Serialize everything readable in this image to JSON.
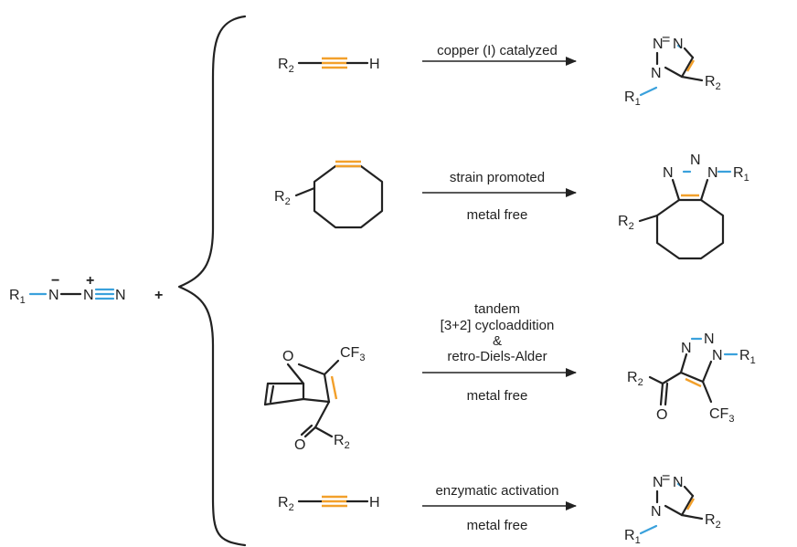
{
  "reactant": {
    "r1": "R",
    "r1_sub": "1",
    "n1": "N",
    "n1_charge": "−",
    "n2": "N",
    "n2_charge": "+",
    "n3": "N",
    "plus": "+"
  },
  "reactions": [
    {
      "condition_above": [
        "copper (I) catalyzed"
      ],
      "condition_below": "",
      "substrate": {
        "r": "R",
        "r_sub": "2",
        "h": "H"
      },
      "product": {
        "n1": "N",
        "n2": "N",
        "n3": "N",
        "r1": "R",
        "r1_sub": "1",
        "r2": "R",
        "r2_sub": "2"
      }
    },
    {
      "condition_above": [
        "strain promoted"
      ],
      "condition_below": "metal free",
      "substrate": {
        "r": "R",
        "r_sub": "2"
      },
      "product": {
        "n1": "N",
        "n2": "N",
        "n3": "N",
        "r1": "R",
        "r1_sub": "1",
        "r2": "R",
        "r2_sub": "2"
      }
    },
    {
      "condition_above": [
        "tandem",
        "[3+2] cycloaddition",
        "&",
        "retro-Diels-Alder"
      ],
      "condition_below": "metal free",
      "substrate": {
        "o_bridge": "O",
        "cf": "CF",
        "cf_sub": "3",
        "o": "O",
        "r": "R",
        "r_sub": "2"
      },
      "product": {
        "n1": "N",
        "n2": "N",
        "n3": "N",
        "r1": "R",
        "r1_sub": "1",
        "r2": "R",
        "r2_sub": "2",
        "o": "O",
        "cf": "CF",
        "cf_sub": "3"
      }
    },
    {
      "condition_above": [
        "enzymatic activation"
      ],
      "condition_below": "metal free",
      "substrate": {
        "r": "R",
        "r_sub": "2",
        "h": "H"
      },
      "product": {
        "n1": "N",
        "n2": "N",
        "n3": "N",
        "r1": "R",
        "r1_sub": "1",
        "r2": "R",
        "r2_sub": "2"
      }
    }
  ],
  "colors": {
    "bond": "#222222",
    "azide_highlight": "#3aa1dc",
    "alkyne_highlight": "#f2a02b"
  }
}
